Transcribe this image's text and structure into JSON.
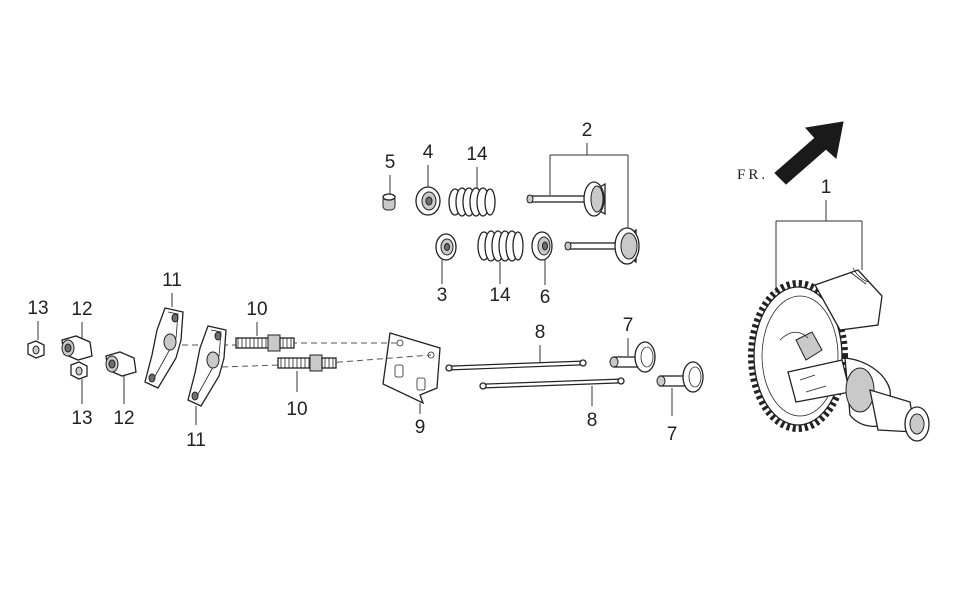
{
  "diagram": {
    "direction_label": "FR.",
    "callouts": {
      "camshaft": "1",
      "valves": "2",
      "valve_spring_retainer_exhaust": "3",
      "valve_spring_retainer_intake": "4",
      "valve_cap": "5",
      "valve_stem_seal": "6",
      "tappet_top": "7",
      "tappet_bottom": "7",
      "push_rod_top": "8",
      "push_rod_bottom": "8",
      "push_rod_guide_plate": "9",
      "rocker_arm_stud_top": "10",
      "rocker_arm_stud_bottom": "10",
      "rocker_arm_top": "11",
      "rocker_arm_bottom": "11",
      "pivot_nut_top": "12",
      "pivot_nut_bottom": "12",
      "lock_nut_top": "13",
      "lock_nut_bottom": "13",
      "valve_spring_top": "14",
      "valve_spring_bottom": "14"
    }
  }
}
